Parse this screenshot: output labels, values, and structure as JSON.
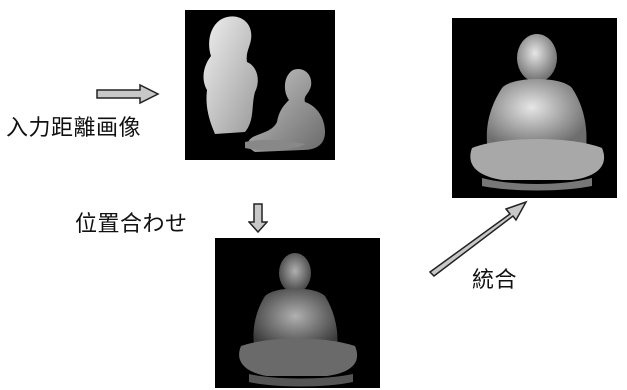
{
  "labels": {
    "input": "入力距離画像",
    "align": "位置合わせ",
    "integrate": "統合"
  },
  "colors": {
    "background": "#ffffff",
    "panel": "#000000",
    "statue_light": "#cfcfcf",
    "statue_mid": "#8a8a8a",
    "arrow_fill": "#c8c8c8",
    "arrow_stroke": "#222222"
  },
  "icons": {
    "right_arrow": "right-arrow-icon",
    "down_arrow": "down-arrow-icon",
    "diagonal_arrow": "diagonal-arrow-icon"
  }
}
